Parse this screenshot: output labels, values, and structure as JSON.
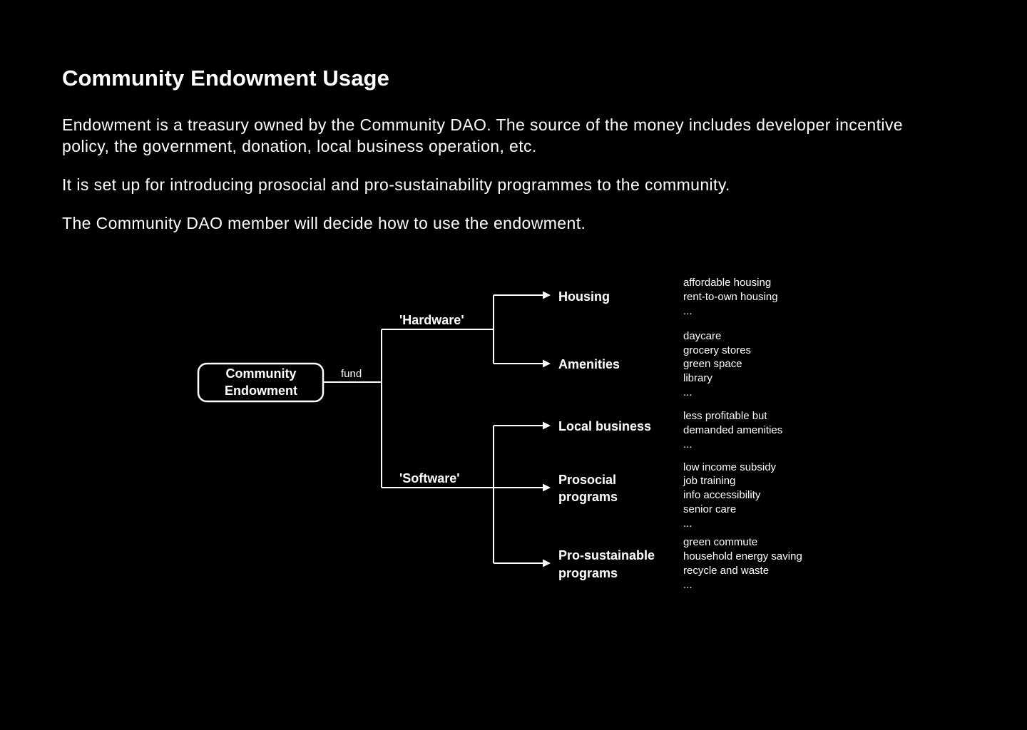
{
  "title": "Community Endowment Usage",
  "paragraphs": [
    "Endowment is a treasury owned by the Community DAO. The source of the money includes developer incentive policy, the government, donation, local business operation, etc.",
    "It is set up for introducing prosocial and pro-sustainability programmes to the community.",
    "The Community DAO member will decide how to use the endowment."
  ],
  "diagram": {
    "root": {
      "lines": [
        "Community",
        "Endowment"
      ]
    },
    "edge_label": "fund",
    "branches": [
      {
        "label": "'Hardware'",
        "categories": [
          {
            "lines": [
              "Housing"
            ],
            "examples": [
              "affordable housing",
              "rent-to-own housing",
              "..."
            ]
          },
          {
            "lines": [
              "Amenities"
            ],
            "examples": [
              "daycare",
              "grocery stores",
              "green space",
              "library",
              "..."
            ]
          }
        ]
      },
      {
        "label": "'Software'",
        "categories": [
          {
            "lines": [
              "Local business"
            ],
            "examples": [
              "less profitable but",
              "demanded amenities",
              "..."
            ]
          },
          {
            "lines": [
              "Prosocial",
              "programs"
            ],
            "examples": [
              "low income subsidy",
              "job training",
              "info accessibility",
              "senior care",
              "..."
            ]
          },
          {
            "lines": [
              "Pro-sustainable",
              "programs"
            ],
            "examples": [
              "green commute",
              "household energy saving",
              "recycle and waste",
              "..."
            ]
          }
        ]
      }
    ]
  }
}
